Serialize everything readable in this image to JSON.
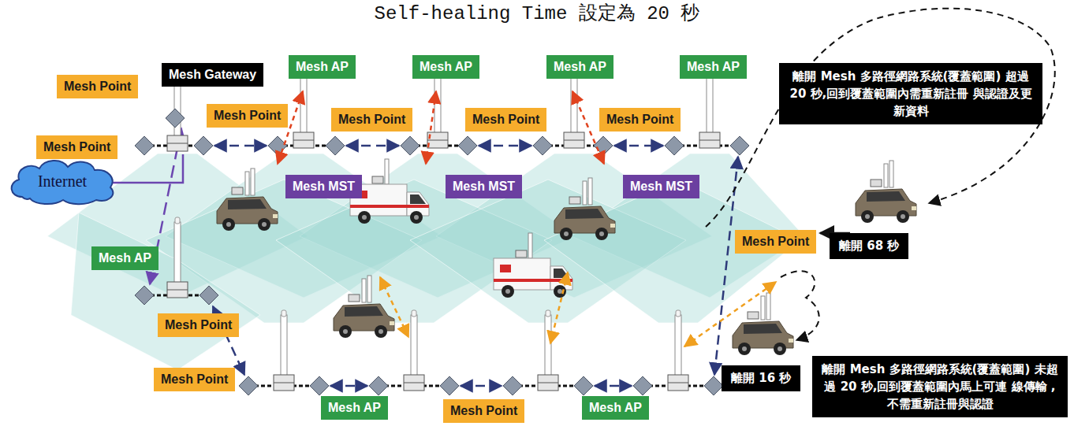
{
  "diagram": {
    "title": "Self-healing Time 設定為 20 秒",
    "nodes": [
      {
        "text": [
          "Mesh Gateway"
        ]
      },
      {
        "text": [
          "Mesh AP"
        ]
      },
      {
        "text": [
          "Mesh AP"
        ]
      },
      {
        "text": [
          "Mesh AP"
        ]
      },
      {
        "text": [
          "Mesh AP"
        ]
      },
      {
        "text": [
          "離開 Mesh 多路徑網路系統(覆蓋範圍) 超過 20 秒,回到覆蓋範圍內需重新註冊 與認證及更新資料"
        ]
      },
      {
        "text": [
          "Mesh Point"
        ]
      },
      {
        "text": [
          "Mesh Point"
        ]
      },
      {
        "text": [
          "Mesh Point"
        ]
      },
      {
        "text": [
          "Mesh Point"
        ]
      },
      {
        "text": [
          "Mesh Point"
        ]
      },
      {
        "text": [
          "Mesh Point"
        ]
      },
      {
        "text": [
          "Internet"
        ]
      },
      {
        "text": [
          "Mesh MST"
        ]
      },
      {
        "text": [
          "Mesh MST"
        ]
      },
      {
        "text": [
          "Mesh MST"
        ]
      },
      {
        "text": [
          "Mesh Point"
        ]
      },
      {
        "text": [
          "離開 68 秒"
        ]
      },
      {
        "text": [
          "Mesh AP"
        ]
      },
      {
        "text": [
          "Mesh Point"
        ]
      },
      {
        "text": [
          "離開 16 秒"
        ]
      },
      {
        "text": [
          "離開 Mesh 多路徑網路系統(覆蓋範圍) 未超過 20 秒,回到覆蓋範圍內馬上可連 線傳輸 , 不需重新註冊與認證"
        ]
      },
      {
        "text": [
          "Mesh Point"
        ]
      },
      {
        "text": [
          "Mesh AP"
        ]
      },
      {
        "text": [
          "Mesh Point"
        ]
      },
      {
        "text": [
          "Mesh AP"
        ]
      }
    ]
  }
}
